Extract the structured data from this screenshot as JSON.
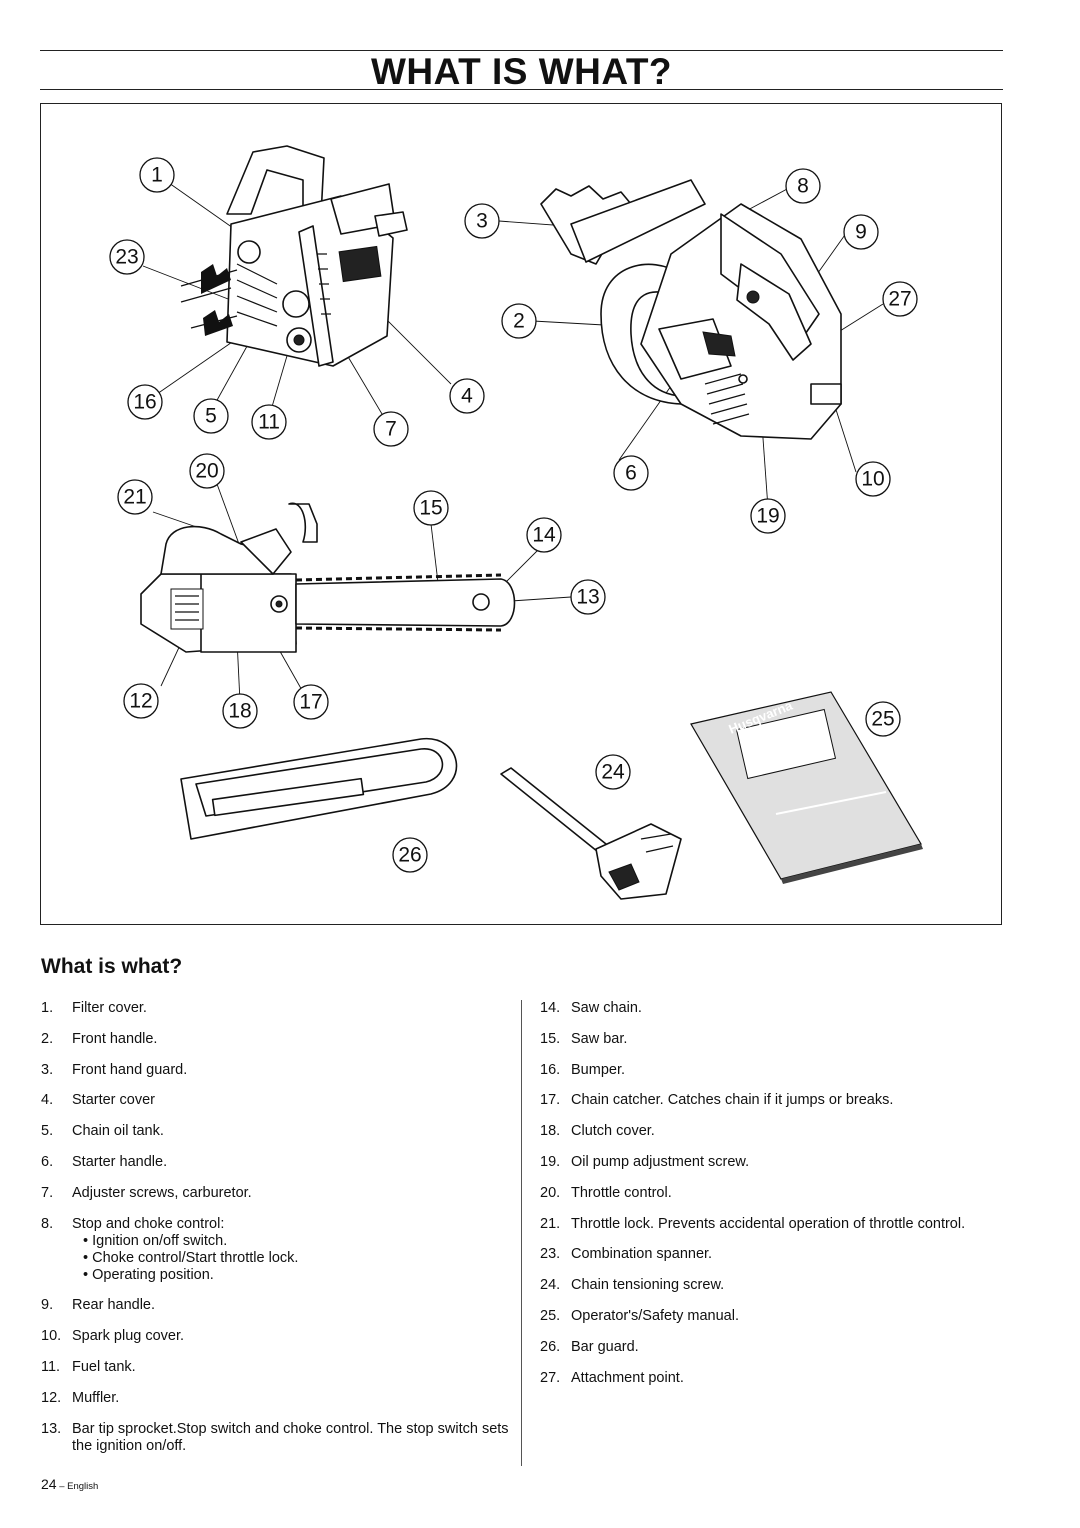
{
  "header": {
    "title": "WHAT IS WHAT?"
  },
  "figure": {
    "callouts": [
      "1",
      "2",
      "3",
      "4",
      "5",
      "6",
      "7",
      "8",
      "9",
      "10",
      "11",
      "12",
      "13",
      "14",
      "15",
      "16",
      "17",
      "18",
      "19",
      "20",
      "21",
      "23",
      "24",
      "25",
      "26",
      "27"
    ],
    "manual_brand": "Husqvarna"
  },
  "section": {
    "heading": "What is what?"
  },
  "parts_left": [
    {
      "num": "1.",
      "text": "Filter cover."
    },
    {
      "num": "2.",
      "text": "Front handle."
    },
    {
      "num": "3.",
      "text": "Front hand guard."
    },
    {
      "num": "4.",
      "text": "Starter cover"
    },
    {
      "num": "5.",
      "text": "Chain oil tank."
    },
    {
      "num": "6.",
      "text": "Starter handle."
    },
    {
      "num": "7.",
      "text": "Adjuster screws, carburetor."
    },
    {
      "num": "8.",
      "text": "Stop and choke control:",
      "sub": [
        "• Ignition on/off switch.",
        "• Choke control/Start throttle lock.",
        "• Operating position."
      ]
    },
    {
      "num": "9.",
      "text": "Rear handle."
    },
    {
      "num": "10.",
      "text": "Spark plug cover."
    },
    {
      "num": "11.",
      "text": "Fuel tank."
    },
    {
      "num": "12.",
      "text": "Muffler."
    },
    {
      "num": "13.",
      "text": "Bar tip sprocket.Stop switch and choke control. The stop switch sets the ignition on/off."
    }
  ],
  "parts_right": [
    {
      "num": "14.",
      "text": "Saw chain."
    },
    {
      "num": "15.",
      "text": "Saw bar."
    },
    {
      "num": "16.",
      "text": "Bumper."
    },
    {
      "num": "17.",
      "text": "Chain catcher. Catches chain if it jumps or breaks."
    },
    {
      "num": "18.",
      "text": "Clutch cover."
    },
    {
      "num": "19.",
      "text": "Oil pump adjustment screw."
    },
    {
      "num": "20.",
      "text": "Throttle control."
    },
    {
      "num": "21.",
      "text": "Throttle lock. Prevents accidental operation of throttle control."
    },
    {
      "num": "23.",
      "text": "Combination spanner."
    },
    {
      "num": "24.",
      "text": "Chain tensioning screw."
    },
    {
      "num": "25.",
      "text": "Operator's/Safety manual."
    },
    {
      "num": "26.",
      "text": "Bar guard."
    },
    {
      "num": "27.",
      "text": "Attachment point."
    }
  ],
  "footer": {
    "page_number": "24",
    "language": " – English"
  }
}
